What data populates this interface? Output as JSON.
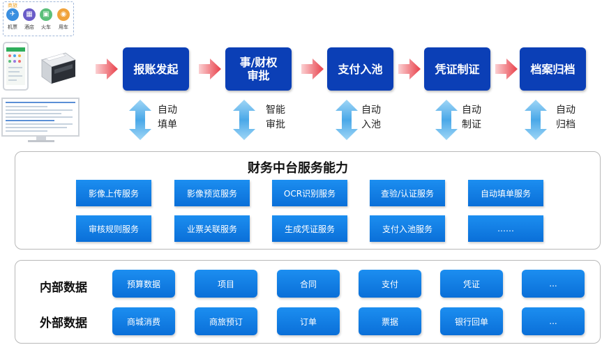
{
  "shortcuts": {
    "tag": "商旅",
    "items": [
      {
        "label": "机票",
        "icon": "plane-icon",
        "color": "#3a8fe0",
        "glyph": "✈"
      },
      {
        "label": "酒店",
        "icon": "hotel-icon",
        "color": "#6a5cc8",
        "glyph": "▦"
      },
      {
        "label": "火车",
        "icon": "train-icon",
        "color": "#5bbf7a",
        "glyph": "▣"
      },
      {
        "label": "用车",
        "icon": "car-icon",
        "color": "#f0a33c",
        "glyph": "◉"
      }
    ]
  },
  "process": [
    {
      "label": "报账发起",
      "side_label": "自动\n填单"
    },
    {
      "label": "事/财权\n审批",
      "side_label": "智能\n审批"
    },
    {
      "label": "支付入池",
      "side_label": "自动\n入池"
    },
    {
      "label": "凭证制证",
      "side_label": "自动\n制证"
    },
    {
      "label": "档案归档",
      "side_label": "自动\n归档"
    }
  ],
  "middle": {
    "title": "财务中台服务能力",
    "services": [
      "影像上传服务",
      "影像预览服务",
      "OCR识别服务",
      "查验/认证服务",
      "自动填单服务",
      "审核规则服务",
      "业票关联服务",
      "生成凭证服务",
      "支付入池服务",
      "……"
    ]
  },
  "data": {
    "internal": {
      "label": "内部数据",
      "items": [
        "预算数据",
        "项目",
        "合同",
        "支付",
        "凭证",
        "..."
      ]
    },
    "external": {
      "label": "外部数据",
      "items": [
        "商城消费",
        "商旅预订",
        "订单",
        "票据",
        "银行回单",
        "..."
      ]
    }
  },
  "colors": {
    "step": "#0b3fb6",
    "service": "#0a7be0",
    "arrow_red": "#e8404a",
    "arrow_blue": "#5ab8ee"
  }
}
